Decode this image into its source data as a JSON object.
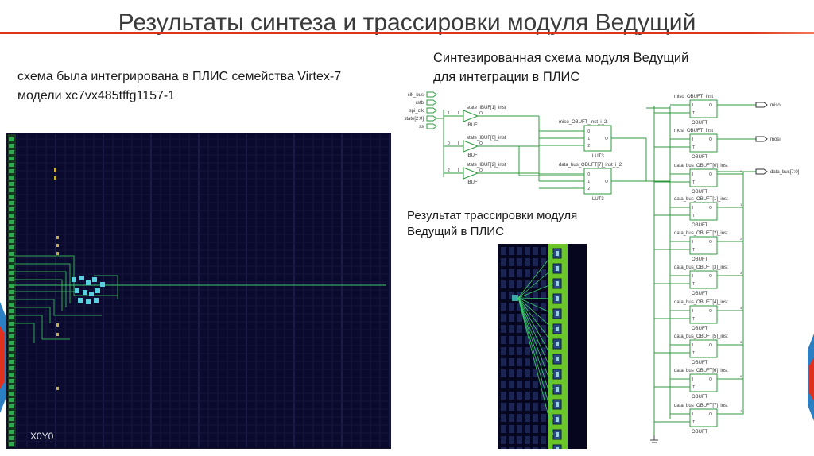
{
  "slide": {
    "title": "Результаты синтеза и трассировки модуля Ведущий",
    "left_text_1": "схема была интегрирована в ПЛИС семейства Virtex-7",
    "left_text_2": "модели xc7vx485tffg1157-1",
    "right_heading_1": "Синтезированная схема модуля Ведущий",
    "right_heading_2": "для интеграции в ПЛИС",
    "route_label_1": "Результат трассировки модуля",
    "route_label_2": "Ведущий в ПЛИС",
    "accent_color": "#e2301f"
  },
  "fpga_view": {
    "tile_label": "X0Y0",
    "background_color": "#0a0a2e",
    "net_color": "#2fa84f"
  },
  "schematic": {
    "inputs": [
      "clk_bus",
      "rstb",
      "spi_clk",
      "state[2:0]",
      "ss"
    ],
    "ibufs": [
      {
        "inst": "state_IBUF[1]_inst",
        "type": "IBUF",
        "pin_i": "I",
        "pin_o": "O"
      },
      {
        "inst": "state_IBUF[0]_inst",
        "type": "IBUF",
        "pin_i": "I",
        "pin_o": "O"
      },
      {
        "inst": "state_IBUF[2]_inst",
        "type": "IBUF",
        "pin_i": "I",
        "pin_o": "O"
      }
    ],
    "luts": [
      {
        "inst": "miso_OBUFT_inst_i_2",
        "type": "LUT3",
        "pins": [
          "I0",
          "I1",
          "I2"
        ],
        "out": "O"
      },
      {
        "inst": "data_bus_OBUFT[7]_inst_i_2",
        "type": "LUT3",
        "pins": [
          "I0",
          "I1",
          "I2"
        ],
        "out": "O"
      }
    ],
    "obufts": [
      {
        "inst": "miso_OBUFT_inst",
        "type": "OBUFT"
      },
      {
        "inst": "mosi_OBUFT_inst",
        "type": "OBUFT"
      },
      {
        "inst": "data_bus_OBUFT[0]_inst",
        "type": "OBUFT"
      },
      {
        "inst": "data_bus_OBUFT[1]_inst",
        "type": "OBUFT"
      },
      {
        "inst": "data_bus_OBUFT[2]_inst",
        "type": "OBUFT"
      },
      {
        "inst": "data_bus_OBUFT[3]_inst",
        "type": "OBUFT"
      },
      {
        "inst": "data_bus_OBUFT[4]_inst",
        "type": "OBUFT"
      },
      {
        "inst": "data_bus_OBUFT[5]_inst",
        "type": "OBUFT"
      },
      {
        "inst": "data_bus_OBUFT[6]_inst",
        "type": "OBUFT"
      },
      {
        "inst": "data_bus_OBUFT[7]_inst",
        "type": "OBUFT"
      }
    ],
    "obuft_pins": {
      "i": "I",
      "o": "O",
      "t": "T"
    },
    "outputs": [
      "miso",
      "mosi",
      "data_bus[7:0]"
    ],
    "bit_labels": [
      "0",
      "1",
      "2",
      "3",
      "4",
      "5",
      "6",
      "7"
    ],
    "input_bit_labels": [
      "1",
      "0",
      "2"
    ]
  }
}
